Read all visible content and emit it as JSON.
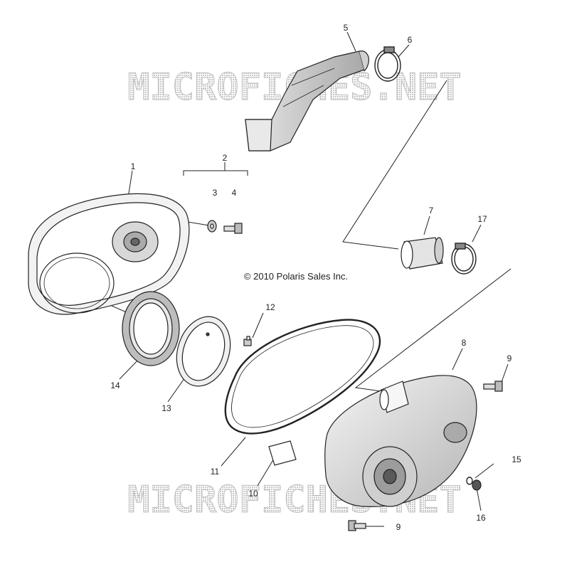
{
  "copyright": "© 2010 Polaris Sales Inc.",
  "watermark": "MICROFICHES.NET",
  "callouts": {
    "n1": "1",
    "n2": "2",
    "n3": "3",
    "n4": "4",
    "n5": "5",
    "n6": "6",
    "n7": "7",
    "n8": "8",
    "n9a": "9",
    "n9b": "9",
    "n10": "10",
    "n11": "11",
    "n12": "12",
    "n13": "13",
    "n14": "14",
    "n15": "15",
    "n16": "16",
    "n17": "17"
  },
  "colors": {
    "line": "#222222",
    "watermark": "#c8c8c8",
    "shade": "#bdbdbd"
  }
}
